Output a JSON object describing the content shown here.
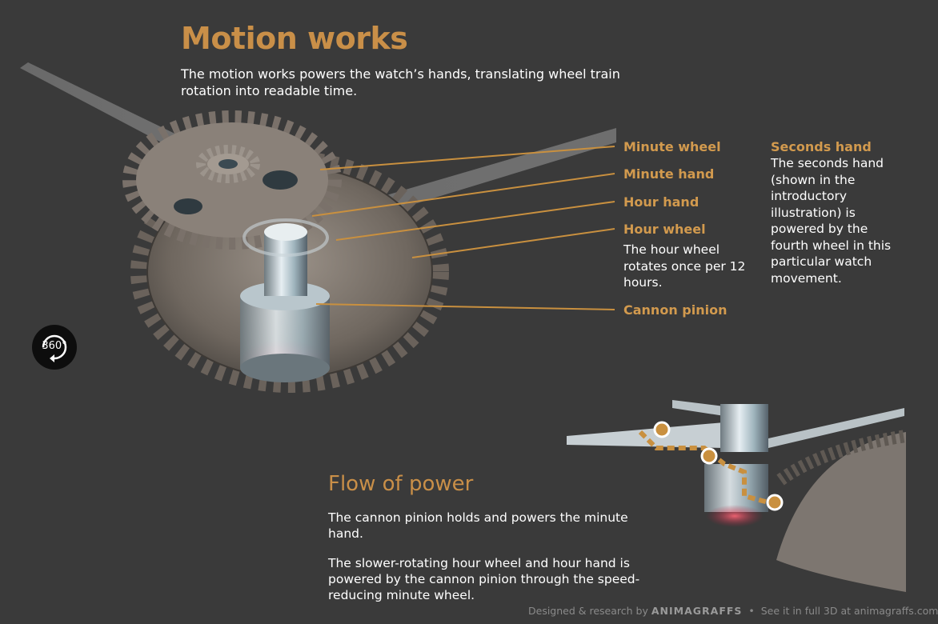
{
  "header": {
    "title": "Motion works",
    "intro": "The motion works powers the watch’s hands, translating wheel train rotation into readable time."
  },
  "labels": {
    "minute_wheel": "Minute wheel",
    "minute_hand": "Minute hand",
    "hour_hand": "Hour hand",
    "hour_wheel": "Hour wheel",
    "hour_wheel_desc": "The hour wheel rotates once per 12 hours.",
    "cannon_pinion": "Cannon pinion",
    "seconds_hand": "Seconds hand",
    "seconds_hand_desc": "The seconds hand (shown in the introductory illustration) is powered by the fourth wheel in this particular watch movement."
  },
  "flow": {
    "title": "Flow of power",
    "p1": "The cannon pinion holds and powers the minute hand.",
    "p2": "The slower-rotating hour wheel and hour hand is powered by the cannon pinion through the speed-reducing minute wheel."
  },
  "controls": {
    "rotate_label": "360°",
    "rotate_icon": "rotate-360-icon"
  },
  "footer": {
    "designed_prefix": "Designed & research by",
    "brand": "ANIMAGRAFFS",
    "separator": "•",
    "see_full": "See it in full 3D at animagraffs.com"
  },
  "colors": {
    "background": "#3a3a3a",
    "accent": "#c98f48",
    "leader_line": "#c9903f",
    "metal": "#8a8078",
    "highlight_red": "#d23a4a"
  }
}
